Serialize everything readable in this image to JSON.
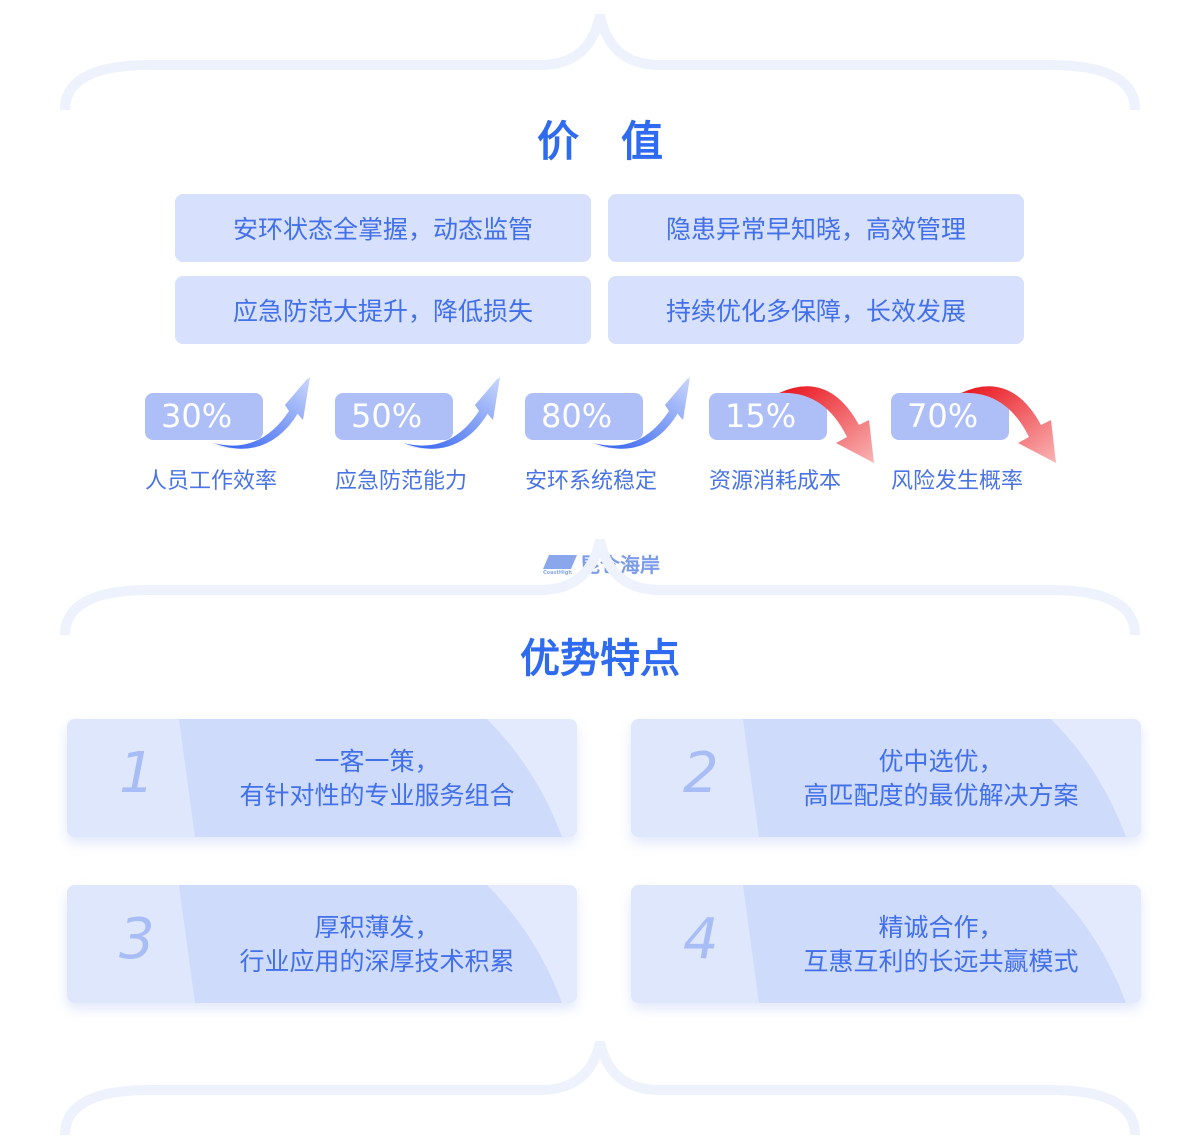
{
  "section_value": {
    "title": "价　值",
    "boxes": [
      "安环状态全掌握，动态监管",
      "隐患异常早知晓，高效管理",
      "应急防范大提升，降低损失",
      "持续优化多保障，长效发展"
    ],
    "metrics": [
      {
        "value": "30%",
        "label": "人员工作效率",
        "trend": "up"
      },
      {
        "value": "50%",
        "label": "应急防范能力",
        "trend": "up"
      },
      {
        "value": "80%",
        "label": "安环系统稳定",
        "trend": "up"
      },
      {
        "value": "15%",
        "label": "资源消耗成本",
        "trend": "down"
      },
      {
        "value": "70%",
        "label": "风险发生概率",
        "trend": "down"
      }
    ]
  },
  "logo": {
    "text": "昆仑海岸",
    "sub": "Coastal High"
  },
  "section_advantages": {
    "title": "优势特点",
    "cards": [
      {
        "num": "1",
        "line1": "一客一策，",
        "line2": "有针对性的专业服务组合"
      },
      {
        "num": "2",
        "line1": "优中选优，",
        "line2": "高匹配度的最优解决方案"
      },
      {
        "num": "3",
        "line1": "厚积薄发，",
        "line2": "行业应用的深厚技术积累"
      },
      {
        "num": "4",
        "line1": "精诚合作，",
        "line2": "互惠互利的长远共赢模式"
      }
    ]
  },
  "colors": {
    "accent": "#2f6bf0",
    "up": "#3d6cf0",
    "down": "#f03c3c"
  }
}
